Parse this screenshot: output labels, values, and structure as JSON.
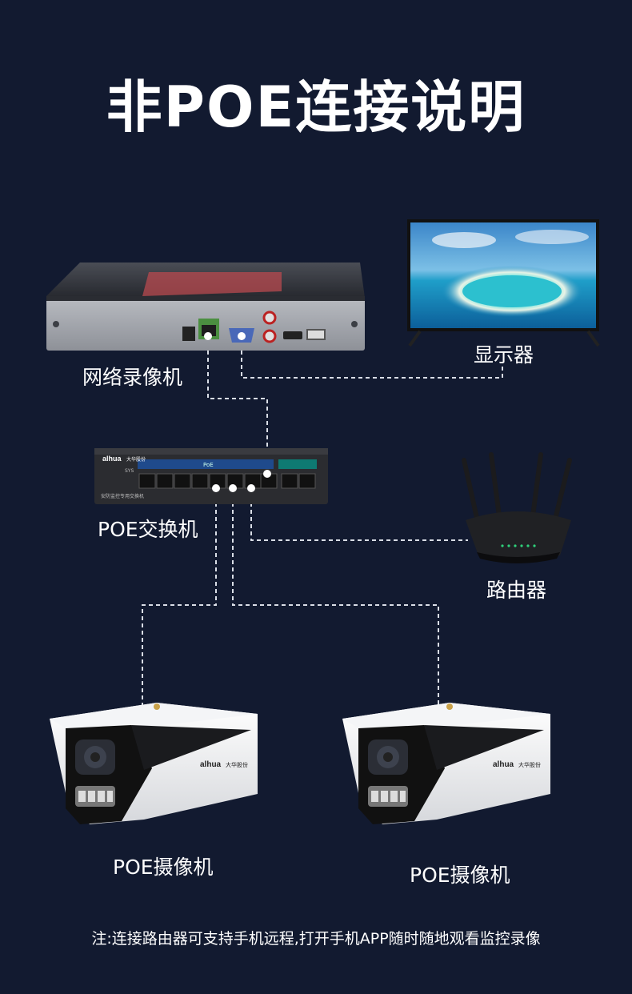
{
  "title": "非POE连接说明",
  "labels": {
    "nvr": "网络录像机",
    "monitor": "显示器",
    "switch": "POE交换机",
    "router": "路由器",
    "camera_left": "POE摄像机",
    "camera_right": "POE摄像机"
  },
  "device_text": {
    "brand": "alhua",
    "brand_cn": "大华股份",
    "poe_strip": "PoE",
    "sys": "SYS",
    "switch_caption": "安防监控专用交换机"
  },
  "note": "注:连接路由器可支持手机远程,打开手机APP随时随地观看监控录像",
  "colors": {
    "background": "#121a30",
    "wire": "#d9dde6",
    "text": "#ffffff"
  }
}
